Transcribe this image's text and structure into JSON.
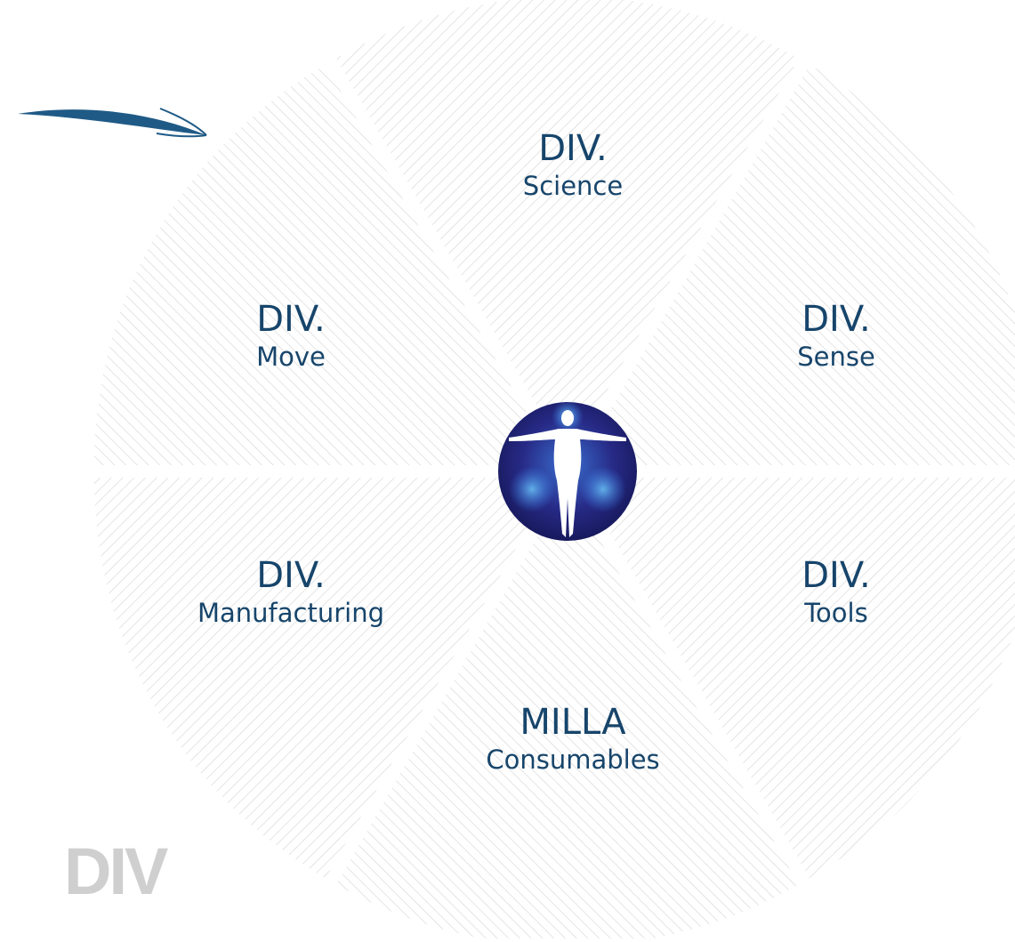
{
  "colors": {
    "label": "#17456b",
    "hatch": "#d9d9d9",
    "arrow": "#1f5a86",
    "center_dark": "#1c1a5e",
    "center_light": "#3fb0ff",
    "logo_gray": "#cfcfcf"
  },
  "segments": [
    {
      "title": "DIV.",
      "subtitle": "Science"
    },
    {
      "title": "DIV.",
      "subtitle": "Sense"
    },
    {
      "title": "DIV.",
      "subtitle": "Tools"
    },
    {
      "title": "MILLA",
      "subtitle": "Consumables"
    },
    {
      "title": "DIV.",
      "subtitle": "Manufacturing"
    },
    {
      "title": "DIV.",
      "subtitle": "Move"
    }
  ],
  "center": {
    "icon": "human-figure-icon"
  },
  "decoration": {
    "arrow_icon": "swoosh-arrow-icon"
  },
  "logo": {
    "text": "DIV"
  }
}
